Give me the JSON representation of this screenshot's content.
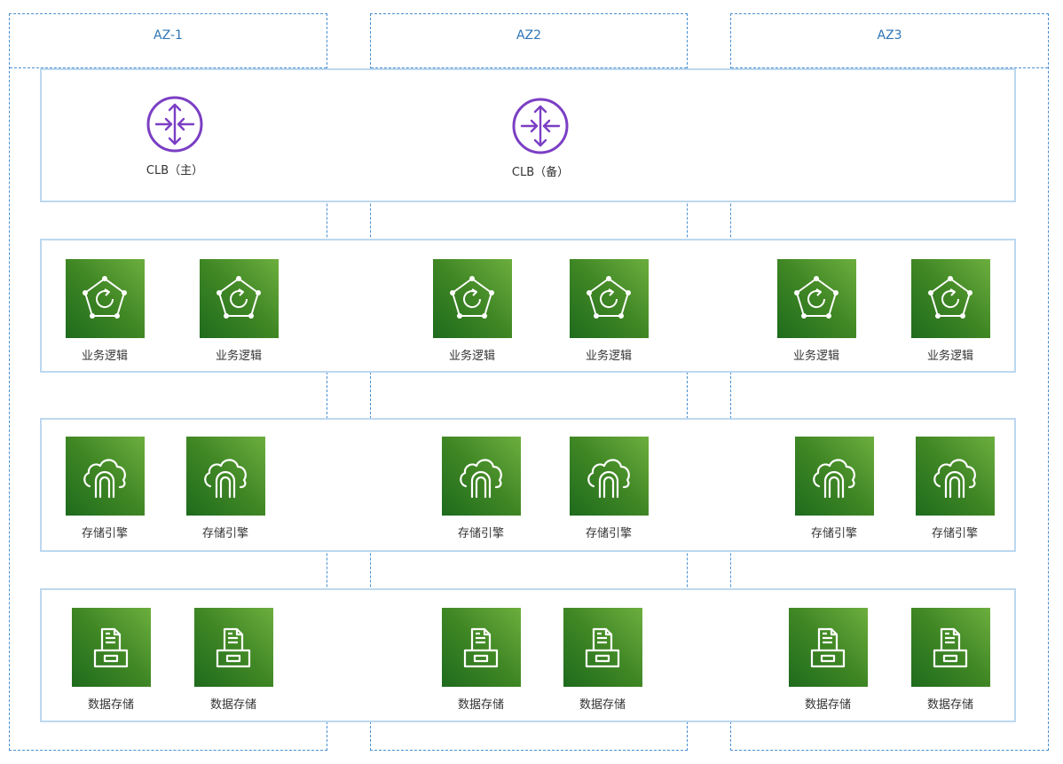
{
  "availability_zones": [
    {
      "label": "AZ-1"
    },
    {
      "label": "AZ2"
    },
    {
      "label": "AZ3"
    }
  ],
  "load_balancers": [
    {
      "label": "CLB（主）",
      "icon": "router-icon"
    },
    {
      "label": "CLB（备）",
      "icon": "router-icon"
    }
  ],
  "tiers": {
    "business_logic": {
      "label": "业务逻辑",
      "icon": "pentagon-cycle-icon",
      "count": 6
    },
    "storage_engine": {
      "label": "存储引擎",
      "icon": "cloud-gateway-icon",
      "count": 6
    },
    "data_storage": {
      "label": "数据存储",
      "icon": "archive-document-icon",
      "count": 6
    }
  },
  "colors": {
    "zone_border": "#4a8fd0",
    "zone_label": "#2e75b6",
    "layer_border": "#bcd8ef",
    "tile_green_light": "#6cae3e",
    "tile_green_dark": "#1e6b1d",
    "clb_purple": "#7b3fc4"
  }
}
